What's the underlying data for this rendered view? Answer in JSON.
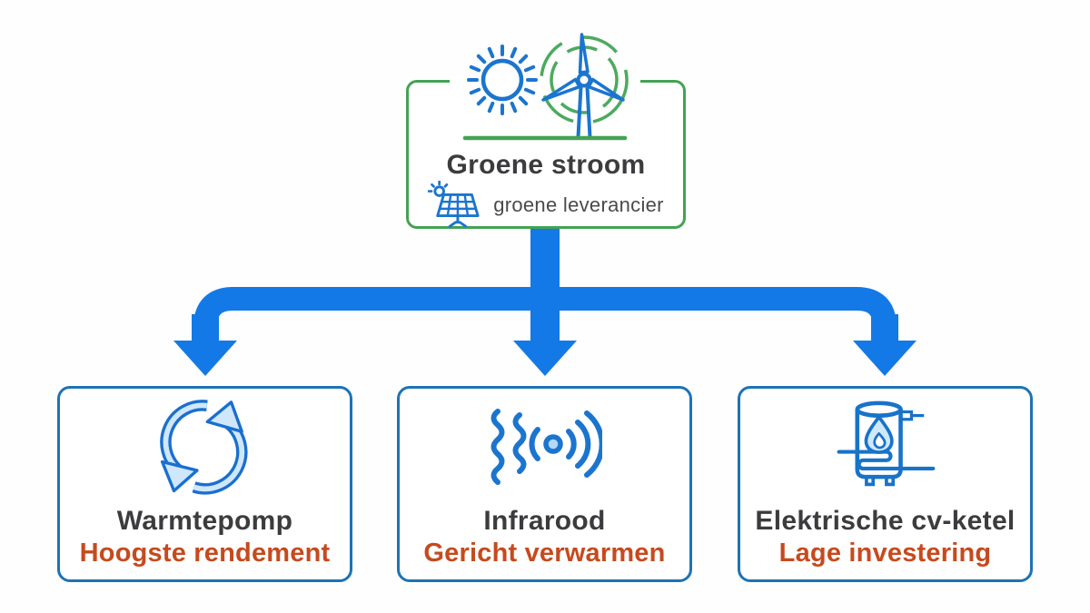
{
  "canvas": {
    "background": "#ffffff"
  },
  "source_card": {
    "title": "Groene stroom",
    "provider_label": "groene leverancier",
    "icons": [
      "sun-icon",
      "wind-turbine-icon",
      "solar-panel-icon"
    ]
  },
  "flow": {
    "arrow_color": "#1379e6",
    "arrow_count": 3,
    "direction": "source-to-options"
  },
  "option_cards": [
    {
      "title": "Warmtepomp",
      "benefit": "Hoogste rendement",
      "icon": "heat-pump-cycle-icon"
    },
    {
      "title": "Infrarood",
      "benefit": "Gericht verwarmen",
      "icon": "infrared-waves-icon"
    },
    {
      "title": "Elektrische cv-ketel",
      "benefit": "Lage investering",
      "icon": "electric-boiler-icon"
    }
  ],
  "colors": {
    "source_border_green": "#44a254",
    "card_border_blue": "#1d73b4",
    "icon_blue": "#1b75cf",
    "icon_light_blue": "#cfe7fb",
    "title_text": "#3c3c3e",
    "benefit_text": "#c64a1d",
    "subtitle_text": "#4a4a4c"
  }
}
